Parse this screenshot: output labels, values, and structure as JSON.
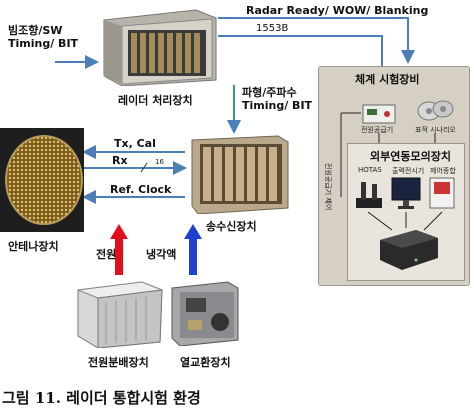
{
  "labels": {
    "beam_timing": "빔조향/SW\nTiming/ BIT",
    "radar_ready": "Radar Ready/ WOW/ Blanking",
    "bus1553": "1553B",
    "radar_proc": "레이더 처리장치",
    "pulse_freq": "파형/주파수\nTiming/ BIT",
    "tx_cal": "Tx, Cal",
    "rx": "Rx",
    "rx_count": "16",
    "ref_clock": "Ref. Clock",
    "antenna": "안테나장치",
    "transceiver": "송수신장치",
    "power": "전원",
    "coolant": "냉각액",
    "power_dist": "전원분배장치",
    "heat_exch": "열교환장치",
    "test_equip": "체계 시험장비",
    "psu": "전원공급기",
    "target_sim": "표적 시나리오",
    "ext_sim": "외부연동모의장치",
    "power_ctrl": "전원공급기 제어",
    "hotas": "HOTAS",
    "display_sim": "출력전시기",
    "ctrl_panel": "제어종합",
    "caption": "그림 11. 레이더 통합시험 환경"
  },
  "colors": {
    "arrow": "#4a7fb8",
    "power_arrow": "#e0101a",
    "coolant_arrow": "#1f3fd0",
    "panel_bg": "#d6d0c4",
    "inner_box": "#e9e5dc"
  }
}
